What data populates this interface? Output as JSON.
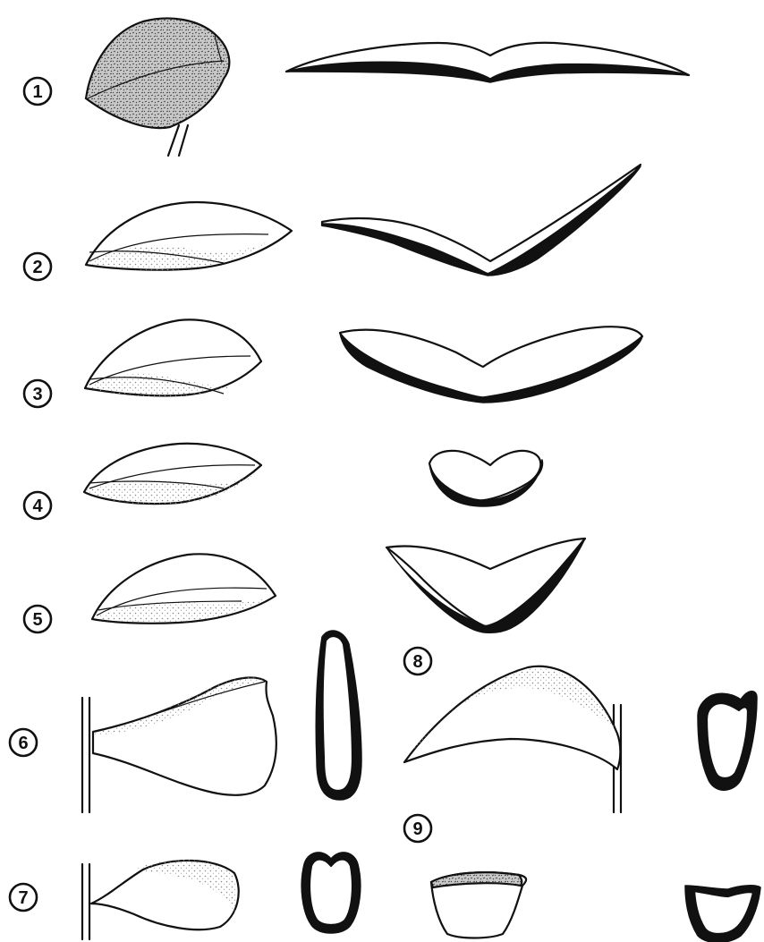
{
  "figure_labels": [
    "1",
    "2",
    "3",
    "4",
    "5",
    "6",
    "7",
    "8",
    "9"
  ],
  "colors": {
    "ink": "#111111",
    "paper": "#ffffff",
    "stipple": "#9a9a9a"
  }
}
